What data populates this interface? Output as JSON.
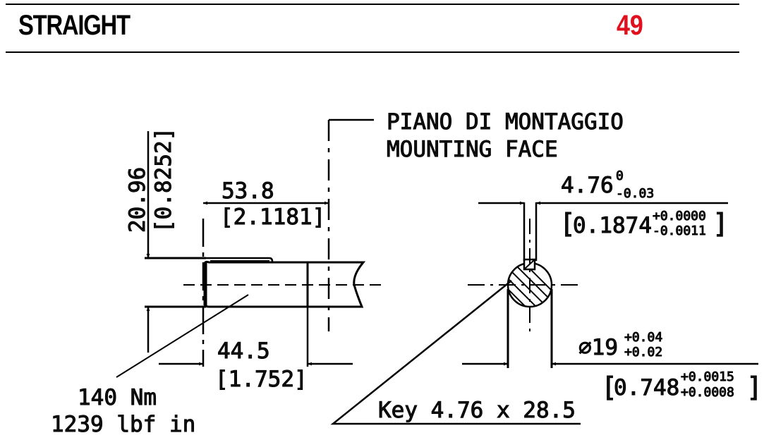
{
  "header": {
    "title": "STRAIGHT",
    "number": "49"
  },
  "colors": {
    "accent": "#e0101e"
  },
  "drawing": {
    "mounting_face_it": "PIANO DI MONTAGGIO",
    "mounting_face_en": "MOUNTING FACE",
    "height_mm": "20.96",
    "height_in": "[0.8252]",
    "length_to_face_mm": "53.8",
    "length_to_face_in": "[2.1181]",
    "key_length_mm": "44.5",
    "key_length_in": "[1.752]",
    "torque_nm": "140 Nm",
    "torque_lbf": "1239 lbf in",
    "key_width_mm": "4.76",
    "key_width_tol_upper": "0",
    "key_width_tol_lower": "-0.03",
    "key_width_in": "0.1874",
    "key_width_in_tol_upper": "+0.0000",
    "key_width_in_tol_lower": "-0.0011",
    "diameter_mm": "19",
    "diameter_tol_upper": "+0.04",
    "diameter_tol_lower": "+0.02",
    "diameter_in": "0.748",
    "diameter_in_tol_upper": "+0.0015",
    "diameter_in_tol_lower": "+0.0008",
    "key_label": "Key 4.76 x 28.5"
  }
}
